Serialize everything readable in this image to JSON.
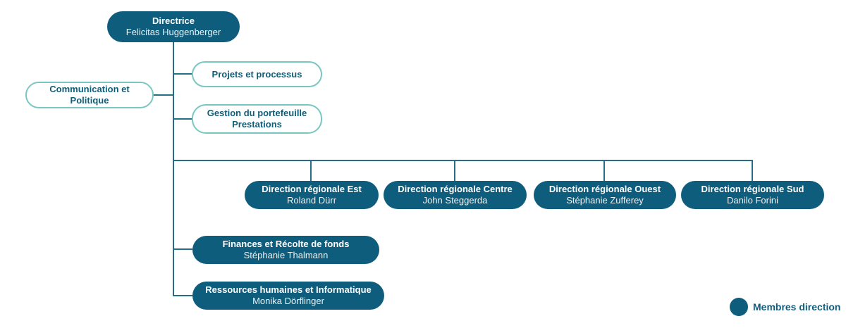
{
  "palette": {
    "node_fill_dark": "#0e5d7d",
    "node_text_on_dark": "#ffffff",
    "light_node_border": "#79c7c2",
    "light_node_text": "#0f5e78",
    "connector_line": "#266e87"
  },
  "nodes": {
    "directrice": {
      "title": "Directrice",
      "person": "Felicitas Huggenberger"
    },
    "communication": {
      "title": "Communication et Politique"
    },
    "projets": {
      "title": "Projets et processus"
    },
    "gestion": {
      "title": "Gestion du portefeuille",
      "title2": "Prestations"
    },
    "est": {
      "title": "Direction régionale Est",
      "person": "Roland Dürr"
    },
    "centre": {
      "title": "Direction régionale Centre",
      "person": "John Steggerda"
    },
    "ouest": {
      "title": "Direction régionale Ouest",
      "person": "Stéphanie Zufferey"
    },
    "sud": {
      "title": "Direction régionale Sud",
      "person": "Danilo Forini"
    },
    "finances": {
      "title": "Finances et Récolte de fonds",
      "person": "Stéphanie Thalmann"
    },
    "ressources": {
      "title": "Ressources humaines et Informatique",
      "person": "Monika Dörflinger"
    }
  },
  "legend": {
    "label": "Membres direction"
  }
}
